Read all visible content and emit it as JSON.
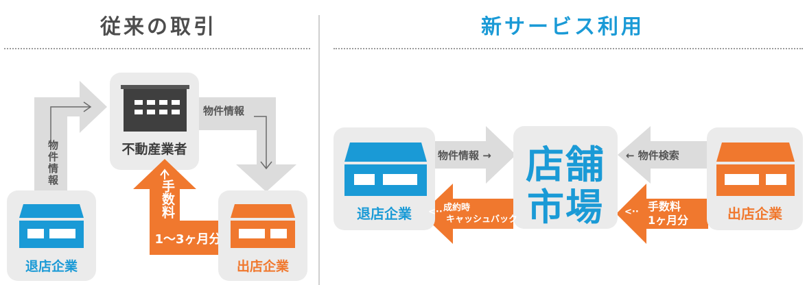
{
  "colors": {
    "blue": "#1a9ad6",
    "orange": "#f0782e",
    "gray_arrow": "#dcdcdc",
    "card_gray": "#ebebeb",
    "title_gray": "#4d4d4d",
    "building_dark": "#3f3f3f"
  },
  "left": {
    "title": "従来の取引",
    "agent_label": "不動産業者",
    "info_vertical": "物件情報",
    "info_label": "物件情報",
    "fee_text": "手数料",
    "fee_amount": "1〜3ヶ月分",
    "exit_company": "退店企業",
    "open_company": "出店企業"
  },
  "right": {
    "title": "新サービス利用",
    "info_label": "物件情報 →",
    "search_label": "← 物件検索",
    "cashback_line1": "成約時",
    "cashback_line2": "キャッシュバック",
    "fee_text": "手数料",
    "fee_amount": "1ヶ月分",
    "logo_top": "店舗",
    "logo_bottom": "市場",
    "exit_company": "退店企業",
    "open_company": "出店企業"
  }
}
